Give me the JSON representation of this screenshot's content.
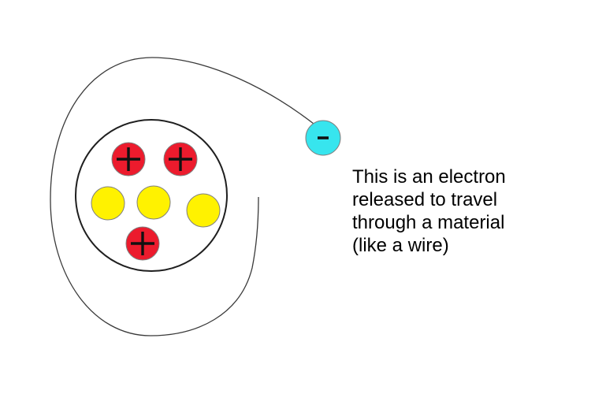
{
  "background_color": "#FFFFFF",
  "caption": {
    "lines": [
      "This is an electron",
      "released to travel",
      "through a material",
      "(like a wire)"
    ],
    "text_color": "#000000"
  },
  "atom": {
    "nucleus_outline_color": "#1F1F1F",
    "orbit_line_color": "#3A3A3A",
    "particle_outline_color": "#7F7F7F",
    "protons": {
      "count": 3,
      "charge_symbol": "+",
      "fill": "#EC1B2D"
    },
    "neutrons": {
      "count": 3,
      "fill": "#FFF200"
    },
    "electron": {
      "count": 1,
      "charge_symbol": "-",
      "fill": "#37E5EE"
    }
  }
}
